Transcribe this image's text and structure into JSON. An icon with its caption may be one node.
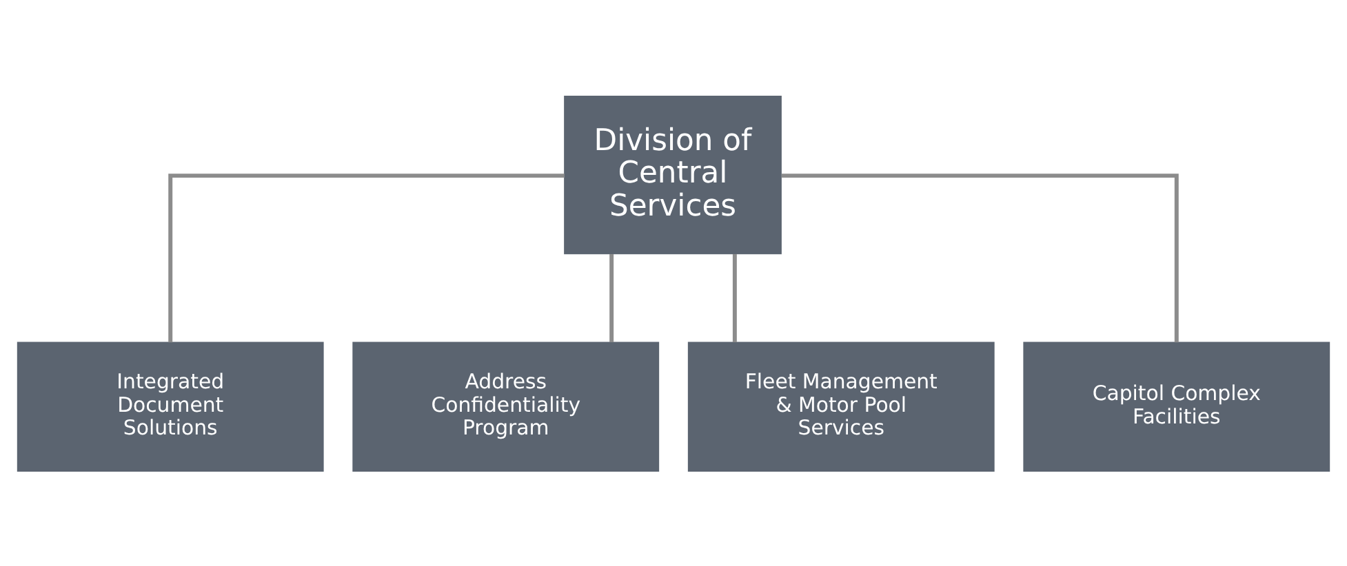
{
  "diagram": {
    "nodes": [
      {
        "text": [
          "Division of Central Services"
        ]
      },
      {
        "text": [
          "Integrated Document Solutions"
        ]
      },
      {
        "text": [
          "Address Confidentiality Program"
        ]
      },
      {
        "text": [
          "Fleet Management & Motor Pool Services"
        ]
      },
      {
        "text": [
          "Capitol Complex Facilities"
        ]
      }
    ],
    "edges": [
      {
        "from": 0,
        "to": 1,
        "arrow": "none"
      },
      {
        "from": 0,
        "to": 2,
        "arrow": "none"
      },
      {
        "from": 0,
        "to": 3,
        "arrow": "none"
      },
      {
        "from": 0,
        "to": 4,
        "arrow": "none"
      }
    ]
  }
}
